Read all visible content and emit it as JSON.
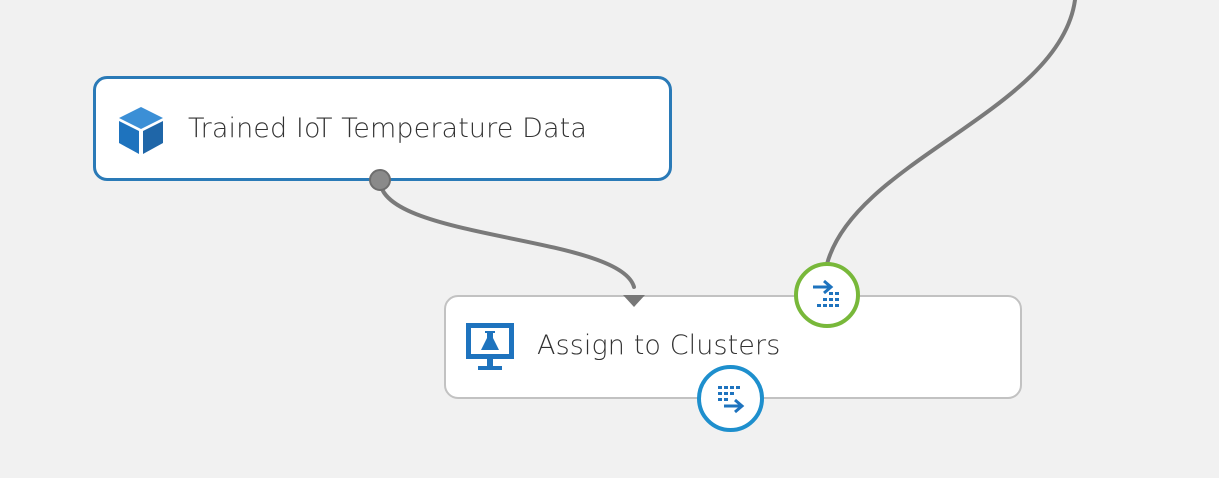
{
  "canvas": {
    "background_color": "#f1f1f1"
  },
  "modules": [
    {
      "label": "Trained IoT Temperature Data",
      "icon": "cube-icon",
      "state": "selected",
      "accent_color": "#2a7ab7"
    },
    {
      "label": "Assign to Clusters",
      "icon": "model-test-icon",
      "state": "normal",
      "accent_color": "#1e73be"
    }
  ],
  "ports": {
    "trained_model_output": {
      "icon": "output-dot-icon",
      "color": "#8a8a8a"
    },
    "trained_model_input": {
      "icon": "input-arrow-icon",
      "color": "#777777"
    },
    "dataset_input": {
      "icon": "dataset-input-icon",
      "color": "#78b83a"
    },
    "results_output": {
      "icon": "dataset-output-icon",
      "color": "#1e8fcd"
    }
  },
  "connectors": {
    "color": "#7a7a7a"
  }
}
